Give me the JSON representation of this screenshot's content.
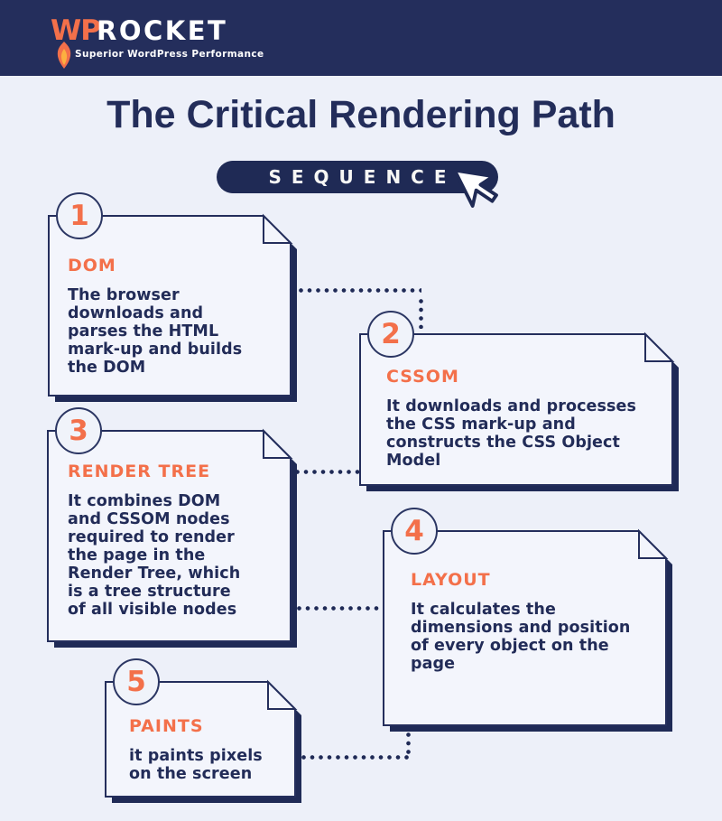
{
  "header": {
    "logo_wp": "WP",
    "logo_rocket": "ROCKET",
    "tagline": "Superior WordPress Performance"
  },
  "title": "The Critical Rendering Path",
  "sequence_label": "SEQUENCE",
  "icons": {
    "cursor": "mouse-cursor-arrow",
    "flame": "rocket-flame"
  },
  "colors": {
    "navy": "#242e5c",
    "shadow_navy": "#1f2a56",
    "orange": "#f3704a",
    "page_background": "#edf0f9",
    "card_background": "#f3f5fc"
  },
  "steps": [
    {
      "number": "1",
      "title": "DOM",
      "description": "The browser\ndownloads and\nparses the HTML\nmark-up and builds\nthe DOM"
    },
    {
      "number": "2",
      "title": "CSSOM",
      "description": "It downloads and processes\nthe CSS mark-up and\nconstructs the CSS Object\nModel"
    },
    {
      "number": "3",
      "title": "RENDER TREE",
      "description": "It combines DOM\nand CSSOM nodes\nrequired to render\nthe page in the\nRender Tree, which\nis a tree structure\nof all visible nodes"
    },
    {
      "number": "4",
      "title": "LAYOUT",
      "description": "It calculates the\ndimensions and position\nof every object on the\npage"
    },
    {
      "number": "5",
      "title": "PAINTS",
      "description": "it paints pixels\non the screen"
    }
  ]
}
